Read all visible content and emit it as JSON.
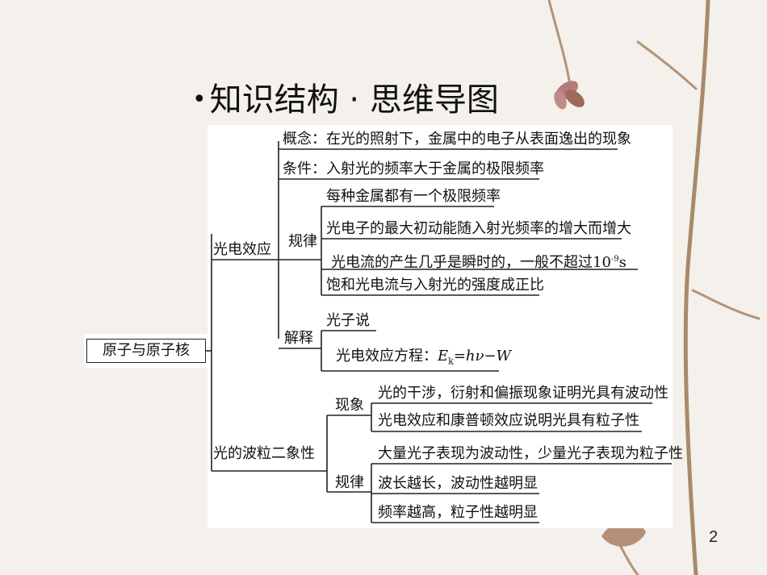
{
  "slide": {
    "title": "知识结构 · 思维导图",
    "page_number": "2"
  },
  "mindmap": {
    "root": "原子与原子核",
    "photoelectric": {
      "label": "光电效应",
      "concept": "概念：在光的照射下，金属中的电子从表面逸出的现象",
      "condition": "条件：入射光的频率大于金属的极限频率",
      "law_label": "规律",
      "laws": [
        "每种金属都有一个极限频率",
        "光电子的最大初动能随入射光频率的增大而增大",
        "光电流的产生几乎是瞬时的，一般不超过10",
        "饱和光电流与入射光的强度成正比"
      ],
      "law3_exp": "-9",
      "law3_unit": "s",
      "explain_label": "解释",
      "explain": "光子说",
      "equation_label": "光电效应方程：",
      "eq_E": "E",
      "eq_k": "k",
      "eq_rest": "=hν−W"
    },
    "duality": {
      "label": "光的波粒二象性",
      "phenomena_label": "现象",
      "phenomena": [
        "光的干涉，衍射和偏振现象证明光具有波动性",
        "光电效应和康普顿效应说明光具有粒子性"
      ],
      "law_label": "规律",
      "laws": [
        "大量光子表现为波动性，少量光子表现为粒子性",
        "波长越长，波动性越明显",
        "频率越高，粒子性越明显"
      ]
    }
  }
}
